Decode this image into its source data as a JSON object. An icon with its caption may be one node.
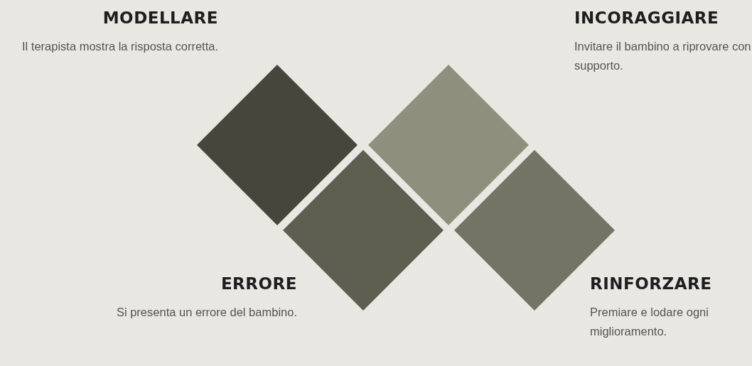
{
  "diagram": {
    "nodes": [
      {
        "text": [],
        "shape": "diamond",
        "beside": [
          "MODELLARE",
          "Il terapista mostra la risposta corretta."
        ]
      },
      {
        "text": [],
        "shape": "diamond",
        "beside": [
          "ERRORE",
          "Si presenta un errore del bambino."
        ]
      },
      {
        "text": [],
        "shape": "diamond",
        "beside": [
          "INCORAGGIARE",
          "Invitare il bambino a riprovare con supporto."
        ]
      },
      {
        "text": [],
        "shape": "diamond",
        "beside": [
          "RINFORZARE",
          "Premiare e lodare ogni miglioramento."
        ]
      }
    ]
  }
}
